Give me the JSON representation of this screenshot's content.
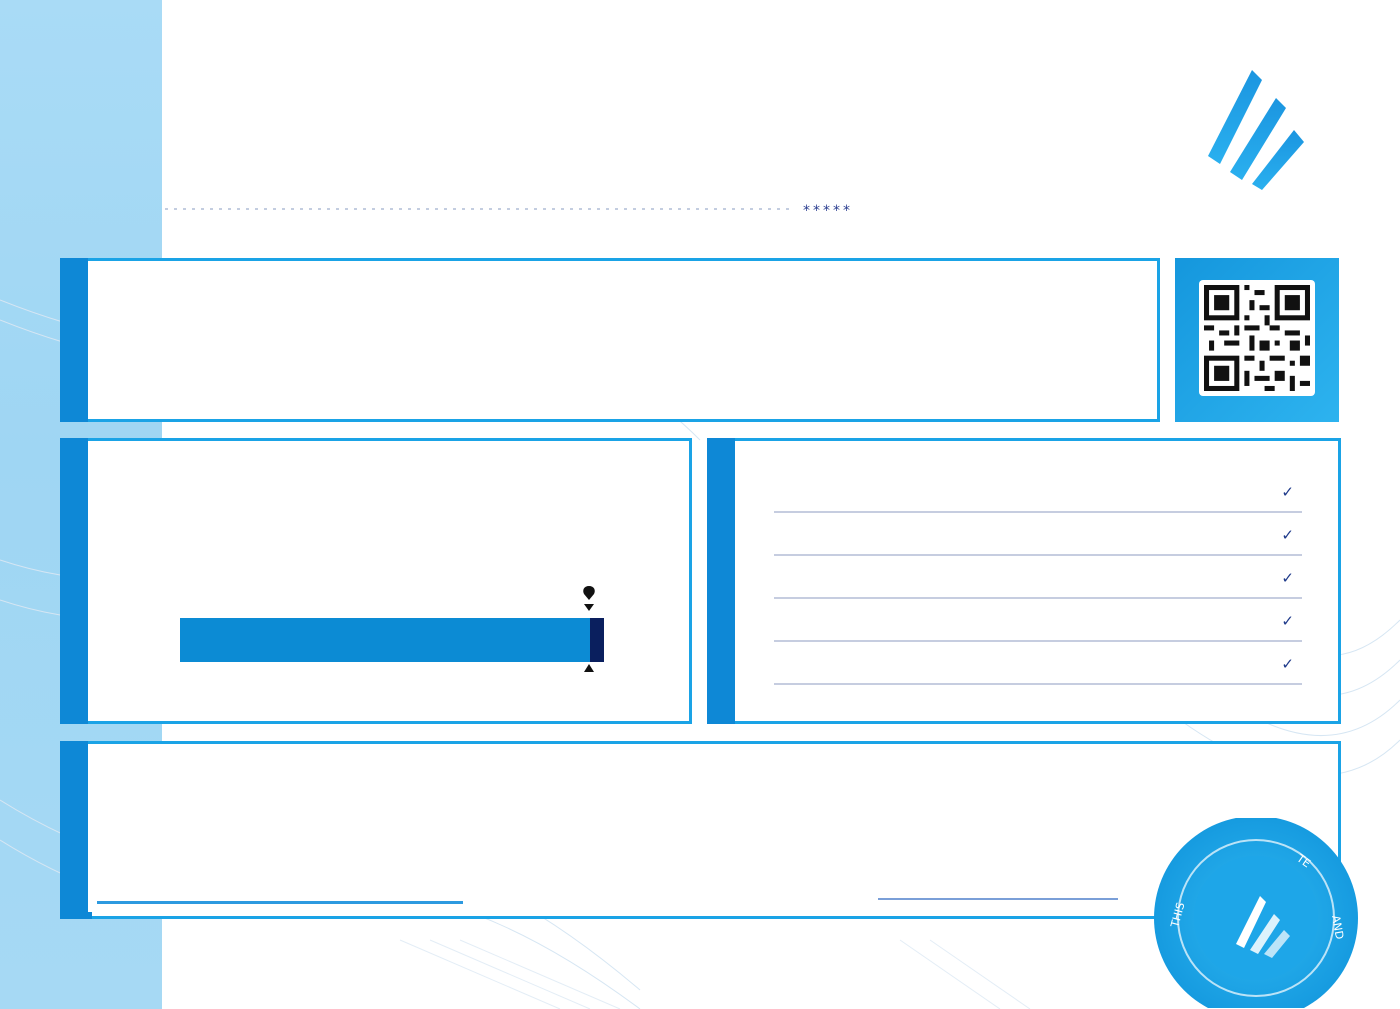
{
  "header": {
    "stars": "*****"
  },
  "brand": {
    "logo_icon": "stripes-logo-icon",
    "accent_color": "#0e88d6",
    "dark_color": "#0a1f5e"
  },
  "qr": {
    "icon": "qr-code-icon"
  },
  "progress": {
    "value_fraction": 0.97
  },
  "checklist": {
    "items": [
      {
        "check": "✓"
      },
      {
        "check": "✓"
      },
      {
        "check": "✓"
      },
      {
        "check": "✓"
      },
      {
        "check": "✓"
      }
    ]
  },
  "seal": {
    "ring_text_left": "THIS",
    "ring_text_top": "TE",
    "ring_text_right": "AND"
  }
}
